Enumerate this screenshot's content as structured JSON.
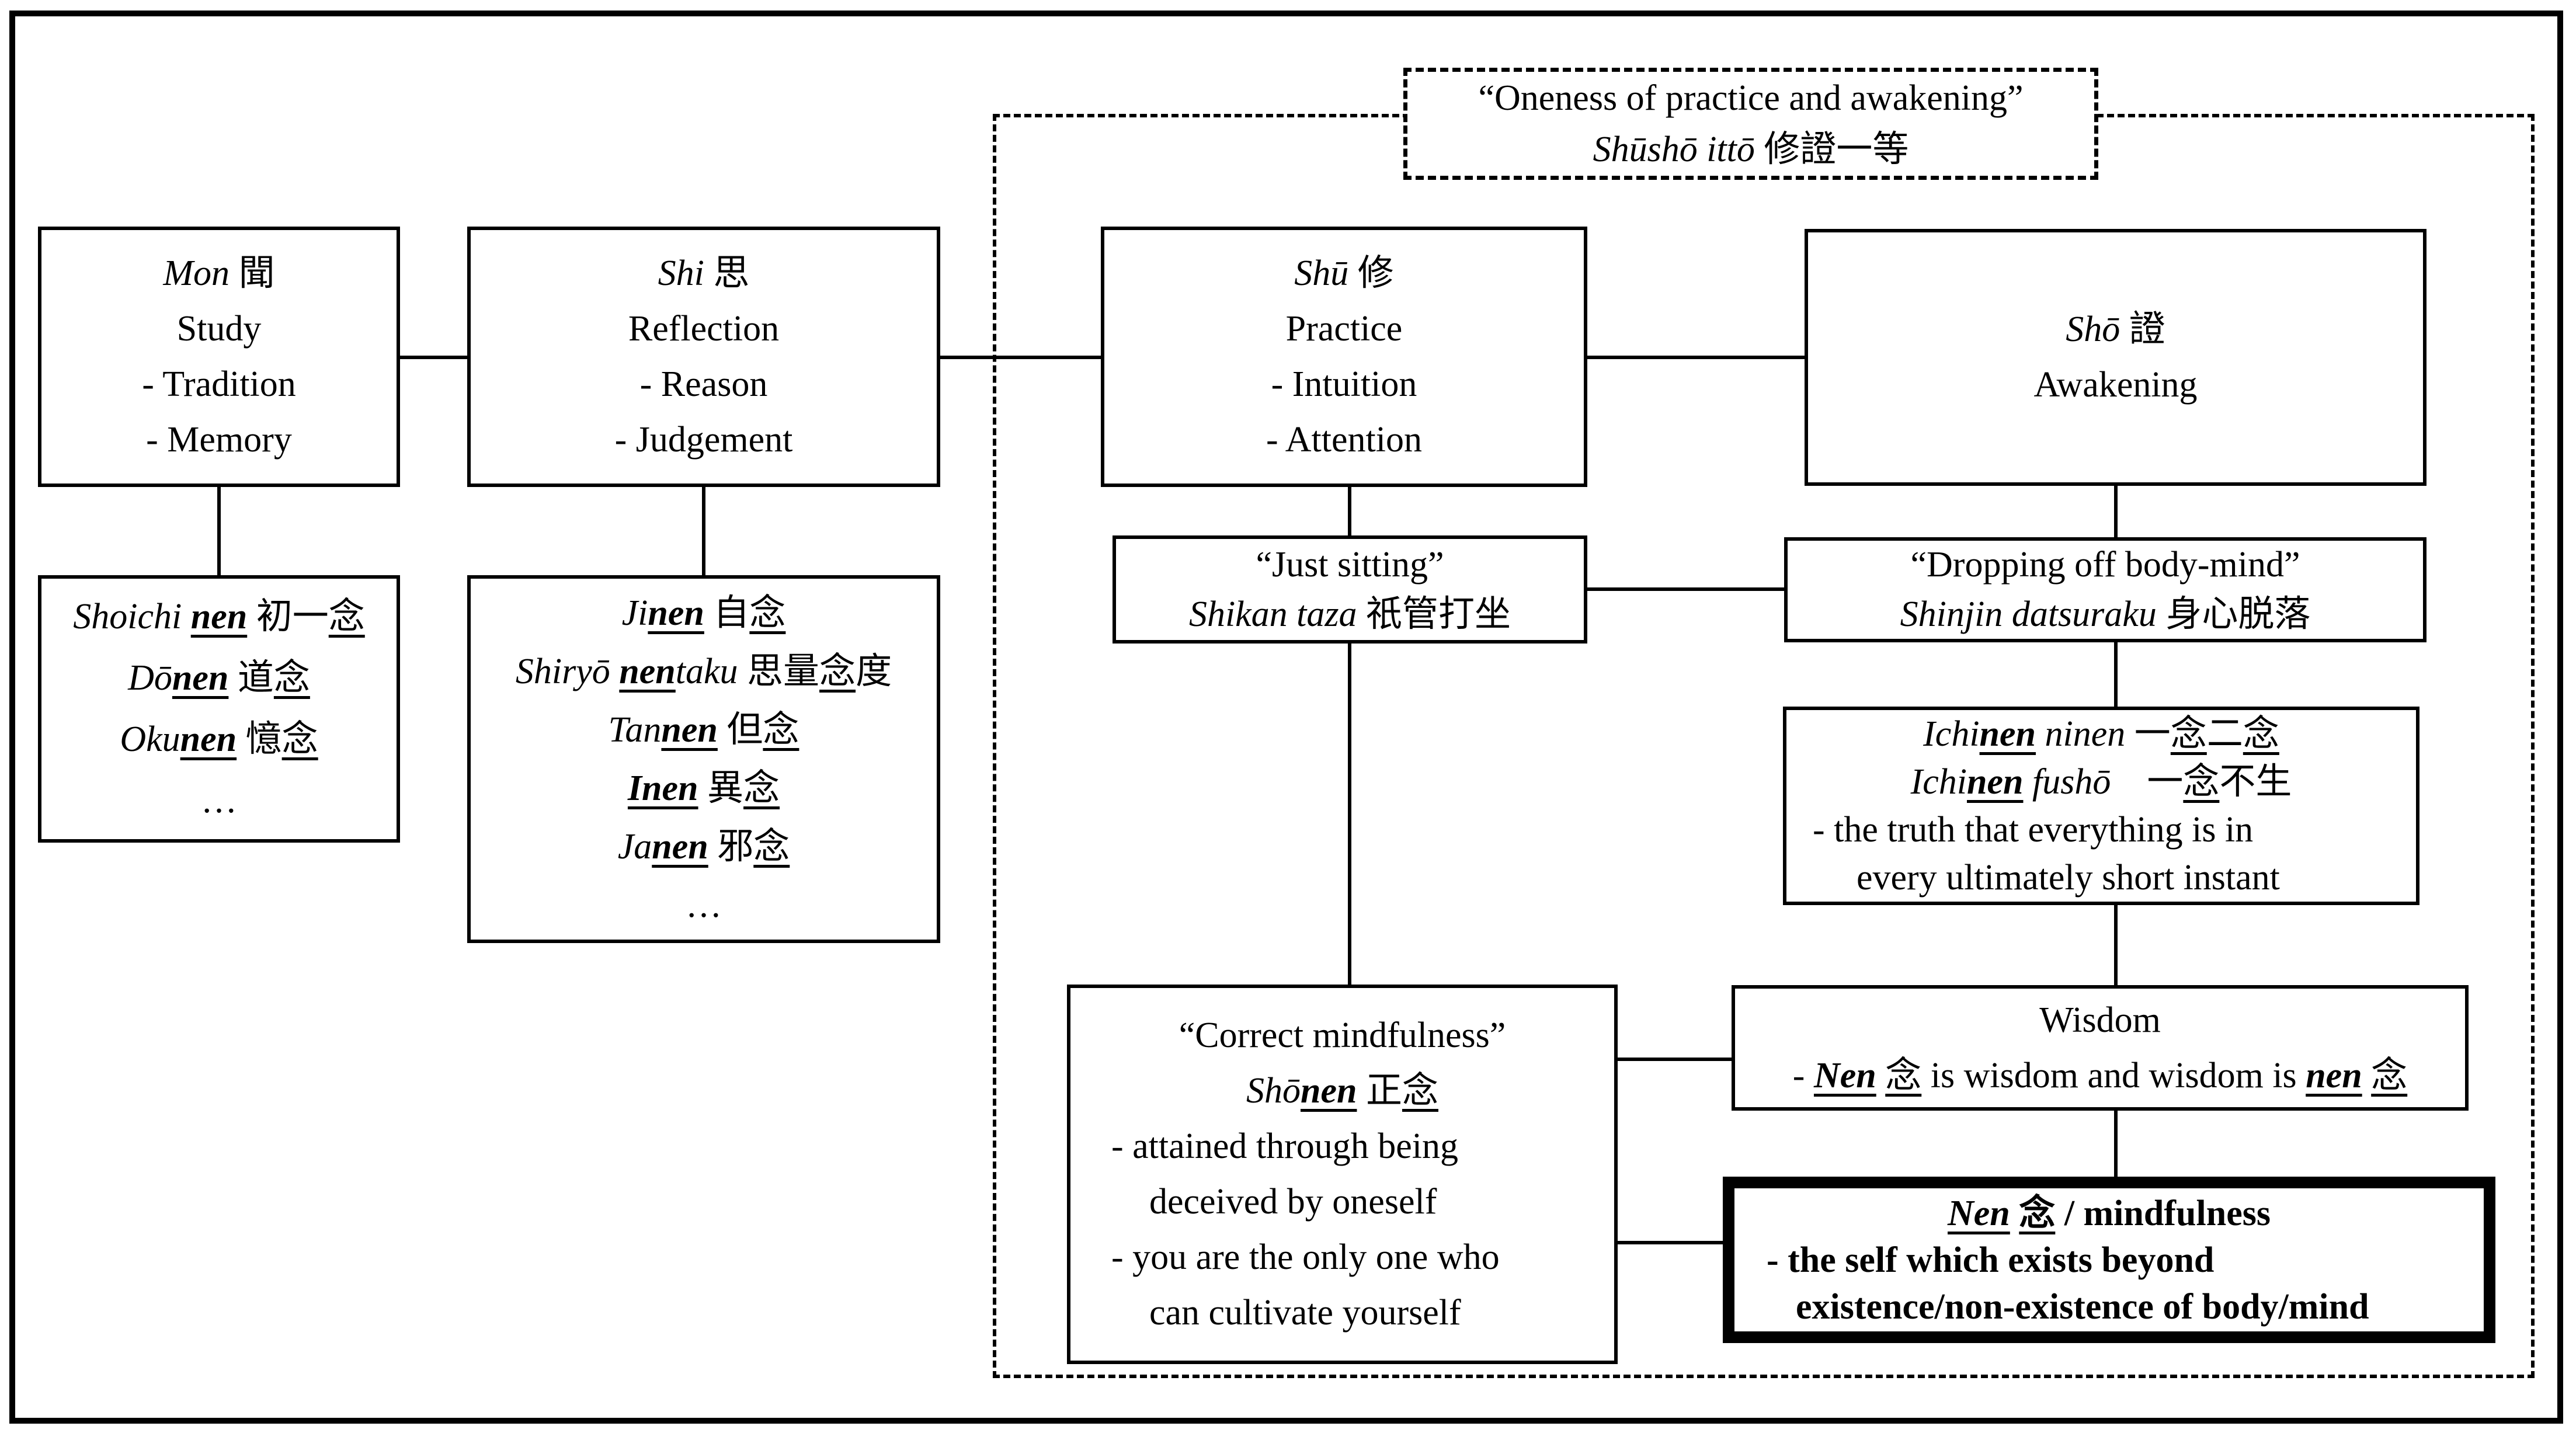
{
  "page": {
    "background": "#ffffff",
    "ink": "#000000"
  },
  "boxes": {
    "oneness": {
      "lines": [
        [
          {
            "t": "“Oneness of practice and awakening”"
          }
        ],
        [
          {
            "t": "Shūshō ittō",
            "c": "i"
          },
          {
            "t": " 修證一等"
          }
        ]
      ]
    },
    "mon": {
      "lines": [
        [
          {
            "t": "Mon",
            "c": "i"
          },
          {
            "t": " 聞"
          }
        ],
        [
          {
            "t": "Study"
          }
        ],
        [
          {
            "t": "- Tradition"
          }
        ],
        [
          {
            "t": "- Memory"
          }
        ]
      ]
    },
    "shi": {
      "lines": [
        [
          {
            "t": "Shi",
            "c": "i"
          },
          {
            "t": " 思"
          }
        ],
        [
          {
            "t": "Reflection"
          }
        ],
        [
          {
            "t": "- Reason"
          }
        ],
        [
          {
            "t": "- Judgement"
          }
        ]
      ]
    },
    "practice": {
      "lines": [
        [
          {
            "t": "Shū",
            "c": "i"
          },
          {
            "t": " 修"
          }
        ],
        [
          {
            "t": "Practice"
          }
        ],
        [
          {
            "t": "- Intuition"
          }
        ],
        [
          {
            "t": "- Attention"
          }
        ]
      ]
    },
    "awakening": {
      "lines": [
        [
          {
            "t": "Shō",
            "c": "i"
          },
          {
            "t": " 證"
          }
        ],
        [
          {
            "t": "Awakening"
          }
        ]
      ]
    },
    "shoichi": {
      "lines": [
        [
          {
            "t": "Shoichi ",
            "c": "i"
          },
          {
            "t": "nen",
            "c": "ibu"
          },
          {
            "t": " 初一"
          },
          {
            "t": "念",
            "c": "u"
          }
        ],
        [
          {
            "t": "Dō",
            "c": "i"
          },
          {
            "t": "nen",
            "c": "ibu"
          },
          {
            "t": " 道"
          },
          {
            "t": "念",
            "c": "u"
          }
        ],
        [
          {
            "t": "Oku",
            "c": "i"
          },
          {
            "t": "nen",
            "c": "ibu"
          },
          {
            "t": " 憶"
          },
          {
            "t": "念",
            "c": "u"
          }
        ],
        [
          {
            "t": "…"
          }
        ]
      ]
    },
    "jinen": {
      "lines": [
        [
          {
            "t": "Ji",
            "c": "i"
          },
          {
            "t": "nen",
            "c": "ibu"
          },
          {
            "t": " 自"
          },
          {
            "t": "念",
            "c": "u"
          }
        ],
        [
          {
            "t": "Shiryō ",
            "c": "i"
          },
          {
            "t": "nen",
            "c": "ibu"
          },
          {
            "t": "taku",
            "c": "i"
          },
          {
            "t": " 思量"
          },
          {
            "t": "念",
            "c": "u"
          },
          {
            "t": "度"
          }
        ],
        [
          {
            "t": "Tan",
            "c": "i"
          },
          {
            "t": "nen",
            "c": "ibu"
          },
          {
            "t": " 但"
          },
          {
            "t": "念",
            "c": "u"
          }
        ],
        [
          {
            "t": "Inen",
            "c": "ibu"
          },
          {
            "t": " 異"
          },
          {
            "t": "念",
            "c": "u"
          }
        ],
        [
          {
            "t": "Ja",
            "c": "i"
          },
          {
            "t": "nen",
            "c": "ibu"
          },
          {
            "t": " 邪"
          },
          {
            "t": "念",
            "c": "u"
          }
        ],
        [
          {
            "t": "…"
          }
        ]
      ]
    },
    "just_sitting": {
      "lines": [
        [
          {
            "t": "“Just sitting”"
          }
        ],
        [
          {
            "t": "Shikan taza",
            "c": "i"
          },
          {
            "t": " 祇管打坐"
          }
        ]
      ]
    },
    "dropping": {
      "lines": [
        [
          {
            "t": "“Dropping off body-mind”"
          }
        ],
        [
          {
            "t": "Shinjin datsuraku",
            "c": "i"
          },
          {
            "t": " 身心脱落"
          }
        ]
      ]
    },
    "ichinen": {
      "lines": [
        [
          {
            "t": "Ichi",
            "c": "i"
          },
          {
            "t": "nen",
            "c": "ibu"
          },
          {
            "t": " ninen",
            "c": "i"
          },
          {
            "t": " 一"
          },
          {
            "t": "念",
            "c": "u"
          },
          {
            "t": "二"
          },
          {
            "t": "念",
            "c": "u"
          }
        ],
        [
          {
            "t": "Ichi",
            "c": "i"
          },
          {
            "t": "nen",
            "c": "ibu"
          },
          {
            "t": " fushō",
            "c": "i"
          },
          {
            "t": "　一"
          },
          {
            "t": "念",
            "c": "u"
          },
          {
            "t": "不生"
          }
        ],
        [
          {
            "t": "- the truth that everything is in"
          }
        ],
        [
          {
            "t": "every ultimately short instant"
          }
        ]
      ]
    },
    "correct": {
      "lines": [
        [
          {
            "t": "“Correct mindfulness”"
          }
        ],
        [
          {
            "t": "Shō",
            "c": "i"
          },
          {
            "t": "nen",
            "c": "ibu"
          },
          {
            "t": " 正"
          },
          {
            "t": "念",
            "c": "u"
          }
        ],
        [
          {
            "t": "- attained through being"
          }
        ],
        [
          {
            "t": "deceived by oneself"
          }
        ],
        [
          {
            "t": "- you are the only one who"
          }
        ],
        [
          {
            "t": "can cultivate yourself"
          }
        ]
      ]
    },
    "wisdom": {
      "lines": [
        [
          {
            "t": "Wisdom"
          }
        ],
        [
          {
            "t": "- "
          },
          {
            "t": "Nen",
            "c": "ibu"
          },
          {
            "t": " "
          },
          {
            "t": "念",
            "c": "u"
          },
          {
            "t": " is wisdom and wisdom is "
          },
          {
            "t": "nen",
            "c": "ibu"
          },
          {
            "t": " "
          },
          {
            "t": "念",
            "c": "u"
          }
        ]
      ]
    },
    "nen_mindfulness": {
      "lines": [
        [
          {
            "t": "Nen",
            "c": "ibu"
          },
          {
            "t": " "
          },
          {
            "t": "念",
            "c": "u"
          },
          {
            "t": " / mindfulness"
          }
        ],
        [
          {
            "t": "- the self which exists beyond"
          }
        ],
        [
          {
            "t": "existence/non-existence of body/mind"
          }
        ]
      ]
    }
  }
}
